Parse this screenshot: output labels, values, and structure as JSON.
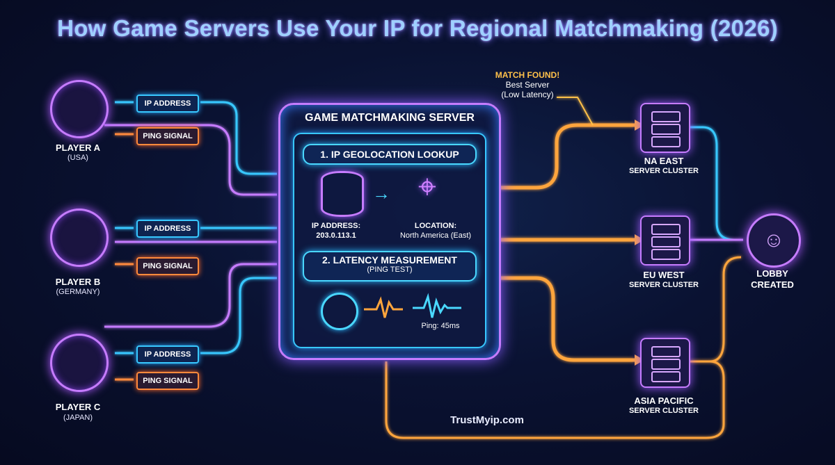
{
  "title": "How Game Servers Use Your IP for Regional Matchmaking (2026)",
  "players": [
    {
      "name": "PLAYER A",
      "country": "(USA)",
      "ip_label": "IP ADDRESS",
      "ping_label": "PING SIGNAL"
    },
    {
      "name": "PLAYER B",
      "country": "(GERMANY)",
      "ip_label": "IP ADDRESS",
      "ping_label": "PING SIGNAL"
    },
    {
      "name": "PLAYER C",
      "country": "(JAPAN)",
      "ip_label": "IP ADDRESS",
      "ping_label": "PING SIGNAL"
    }
  ],
  "server": {
    "title": "GAME MATCHMAKING SERVER",
    "step1": {
      "title": "1. IP GEOLOCATION LOOKUP",
      "ip_label": "IP ADDRESS:",
      "ip_value": "203.0.113.1",
      "location_label": "LOCATION:",
      "location_value": "North America (East)"
    },
    "step2": {
      "title": "2. LATENCY MEASUREMENT",
      "subtitle": "(PING TEST)",
      "ping": "Ping: 45ms"
    }
  },
  "match": {
    "headline": "MATCH FOUND!",
    "line1": "Best Server",
    "line2": "(Low Latency)"
  },
  "clusters": [
    {
      "name": "NA EAST",
      "sub": "SERVER CLUSTER"
    },
    {
      "name": "EU WEST",
      "sub": "SERVER CLUSTER"
    },
    {
      "name": "ASIA PACIFIC",
      "sub": "SERVER CLUSTER"
    }
  ],
  "lobby": {
    "line1": "LOBBY",
    "line2": "CREATED"
  },
  "watermark": "TrustMyip.com",
  "colors": {
    "cyan": "#38c8ff",
    "purple": "#c67cff",
    "orange": "#ffa53c",
    "match": "#ffc14a"
  }
}
